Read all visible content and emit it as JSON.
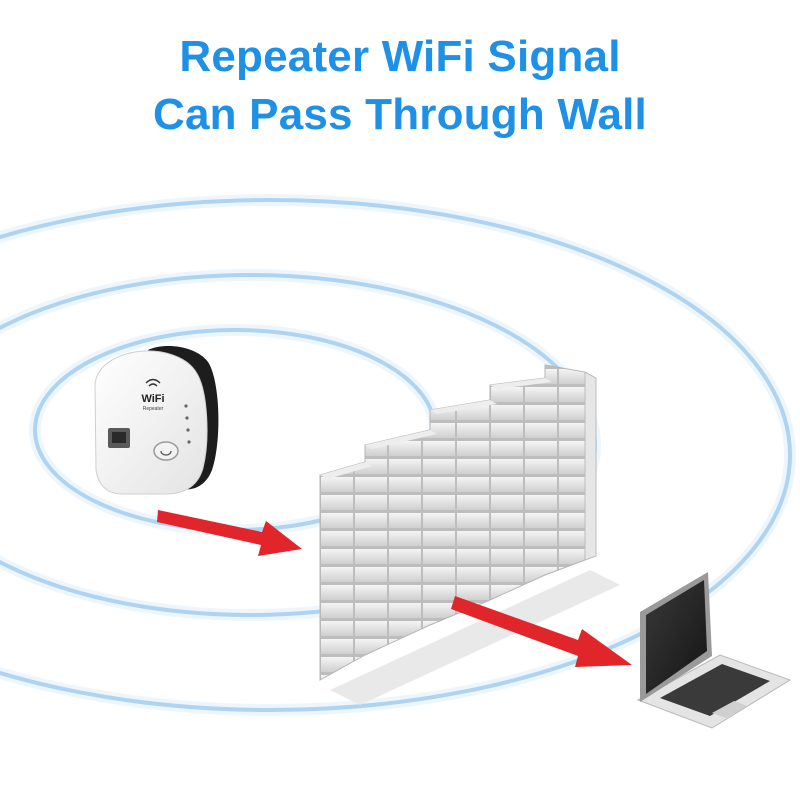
{
  "headline": {
    "line1": "Repeater WiFi Signal",
    "line2": "Can Pass Through Wall"
  },
  "device": {
    "logo_text": "WiFi",
    "logo_subtext": "Repeater"
  },
  "colors": {
    "headline": "#1e90e6",
    "signal_ring": "#8cc2ec",
    "arrow": "#e0262b",
    "wall": "#d9d9d9",
    "laptop": "#2b2b2b"
  }
}
